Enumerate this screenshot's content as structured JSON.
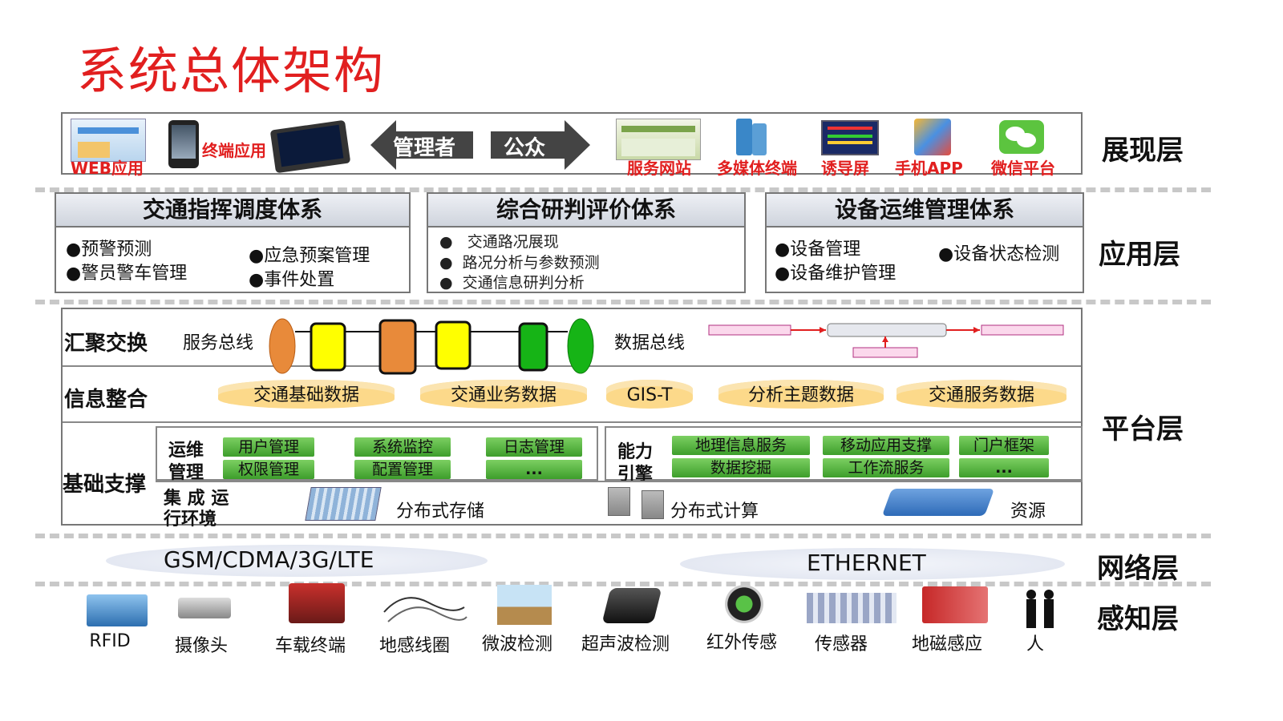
{
  "title": "系统总体架构",
  "layers": {
    "presentation": "展现层",
    "application": "应用层",
    "platform": "平台层",
    "network": "网络层",
    "perception": "感知层"
  },
  "presentation": {
    "web": "WEB应用",
    "terminal": "终端应用",
    "manager": "管理者",
    "public": "公众",
    "service_site": "服务网站",
    "multimedia": "多媒体终端",
    "guide_screen": "诱导屏",
    "mobile_app": "手机APP",
    "wechat": "微信平台"
  },
  "application": {
    "sys1": {
      "title": "交通指挥调度体系",
      "items": [
        "●预警预测",
        "●警员警车管理",
        "●应急预案管理",
        "●事件处置"
      ]
    },
    "sys2": {
      "title": "综合研判评价体系",
      "items": [
        "交通路况展现",
        "路况分析与参数预测",
        "交通信息研判分析"
      ]
    },
    "sys3": {
      "title": "设备运维管理体系",
      "items": [
        "●设备管理",
        "●设备维护管理",
        "●设备状态检测"
      ]
    }
  },
  "platform": {
    "exchange": {
      "label": "汇聚交换",
      "service_bus": "服务总线",
      "data_bus": "数据总线"
    },
    "integration": {
      "label": "信息整合",
      "items": [
        "交通基础数据",
        "交通业务数据",
        "GIS-T",
        "分析主题数据",
        "交通服务数据"
      ]
    },
    "support": {
      "label": "基础支撑",
      "ops_label_1": "运维",
      "ops_label_2": "管理",
      "ops_items": [
        "用户管理",
        "系统监控",
        "日志管理",
        "权限管理",
        "配置管理",
        "..."
      ],
      "engine_label_1": "能力",
      "engine_label_2": "引擎",
      "engine_items": [
        "地理信息服务",
        "移动应用支撑",
        "门户框架",
        "数据挖掘",
        "工作流服务",
        "..."
      ],
      "env_label_1": "集 成 运",
      "env_label_2": "行环境",
      "storage": "分布式存储",
      "compute": "分布式计算",
      "resource": "资源"
    }
  },
  "network": {
    "wireless": "GSM/CDMA/3G/LTE",
    "ethernet": "ETHERNET"
  },
  "perception": {
    "items": [
      "RFID",
      "摄像头",
      "车载终端",
      "地感线圈",
      "微波检测",
      "超声波检测",
      "红外传感",
      "传感器",
      "地磁感应",
      "人"
    ]
  }
}
